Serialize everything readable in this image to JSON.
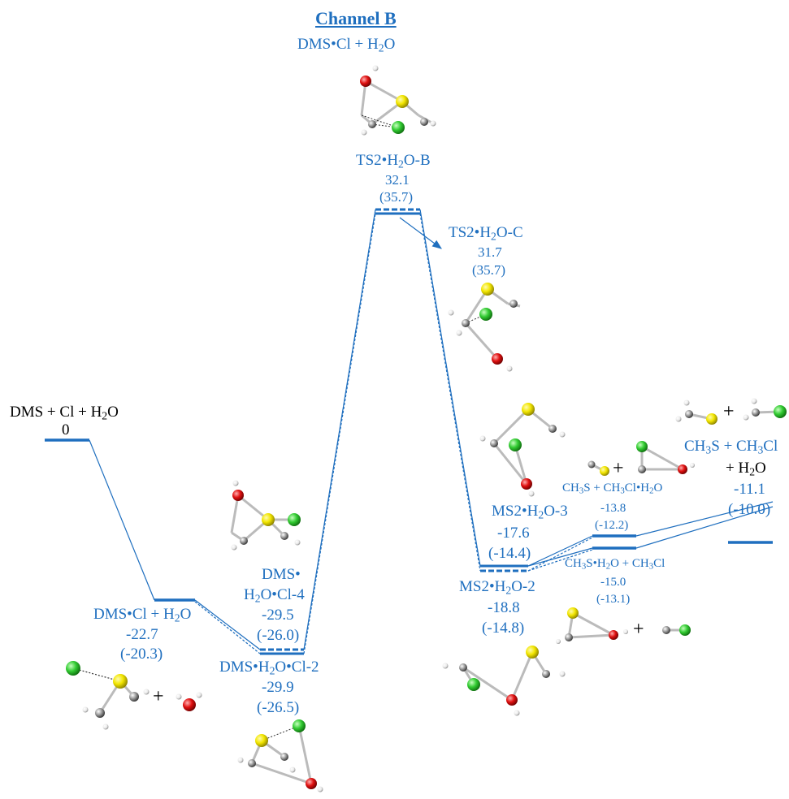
{
  "diagram": {
    "title": "Channel B",
    "subtitle": "DMS•Cl + H2O",
    "colors": {
      "accent": "#1f6fbf",
      "sulfur": "#f2e600",
      "chlorine": "#33cc33",
      "oxygen": "#e01010",
      "carbon": "#9a9a9a",
      "hydrogen": "#ffffff"
    },
    "states": [
      {
        "id": "reactants",
        "label": "DMS + Cl + H2O",
        "energy": "0",
        "alt_energy": "",
        "color": "black",
        "energy_value": 0
      },
      {
        "id": "complex",
        "label": "DMS•Cl + H2O",
        "energy": "-22.7",
        "alt_energy": "(-20.3)",
        "color": "blue",
        "energy_value": -22.7
      },
      {
        "id": "dms-h2o-cl-4",
        "label": "DMS• H2O•Cl-4",
        "energy": "-29.5",
        "alt_energy": "(-26.0)",
        "color": "blue",
        "energy_value": -29.5
      },
      {
        "id": "dms-h2o-cl-2",
        "label": "DMS•H2O•Cl-2",
        "energy": "-29.9",
        "alt_energy": "(-26.5)",
        "color": "blue",
        "energy_value": -29.9
      },
      {
        "id": "ts2-h2o-b",
        "label": "TS2•H2O-B",
        "energy": "32.1",
        "alt_energy": "(35.7)",
        "color": "blue",
        "energy_value": 32.1
      },
      {
        "id": "ts2-h2o-c",
        "label": "TS2•H2O-C",
        "energy": "31.7",
        "alt_energy": "(35.7)",
        "color": "blue",
        "energy_value": 31.7
      },
      {
        "id": "ms2-h2o-3",
        "label": "MS2•H2O-3",
        "energy": "-17.6",
        "alt_energy": "(-14.4)",
        "color": "blue",
        "energy_value": -17.6
      },
      {
        "id": "ms2-h2o-2",
        "label": "MS2•H2O-2",
        "energy": "-18.8",
        "alt_energy": "(-14.8)",
        "color": "blue",
        "energy_value": -18.8
      },
      {
        "id": "ch3s-ch3clh2o",
        "label": "CH3S + CH3Cl•H2O",
        "energy": "-13.8",
        "alt_energy": "(-12.2)",
        "color": "blue",
        "energy_value": -13.8
      },
      {
        "id": "ch3sh2o-ch3cl",
        "label": "CH3S•H2O + CH3Cl",
        "energy": "-15.0",
        "alt_energy": "(-13.1)",
        "color": "blue",
        "energy_value": -15.0
      },
      {
        "id": "products",
        "label": "CH3S + CH3Cl + H2O",
        "energy": "-11.1",
        "alt_energy": "(-10.0)",
        "color": "blue",
        "energy_value": -11.1
      }
    ],
    "plus_sign": "+"
  }
}
